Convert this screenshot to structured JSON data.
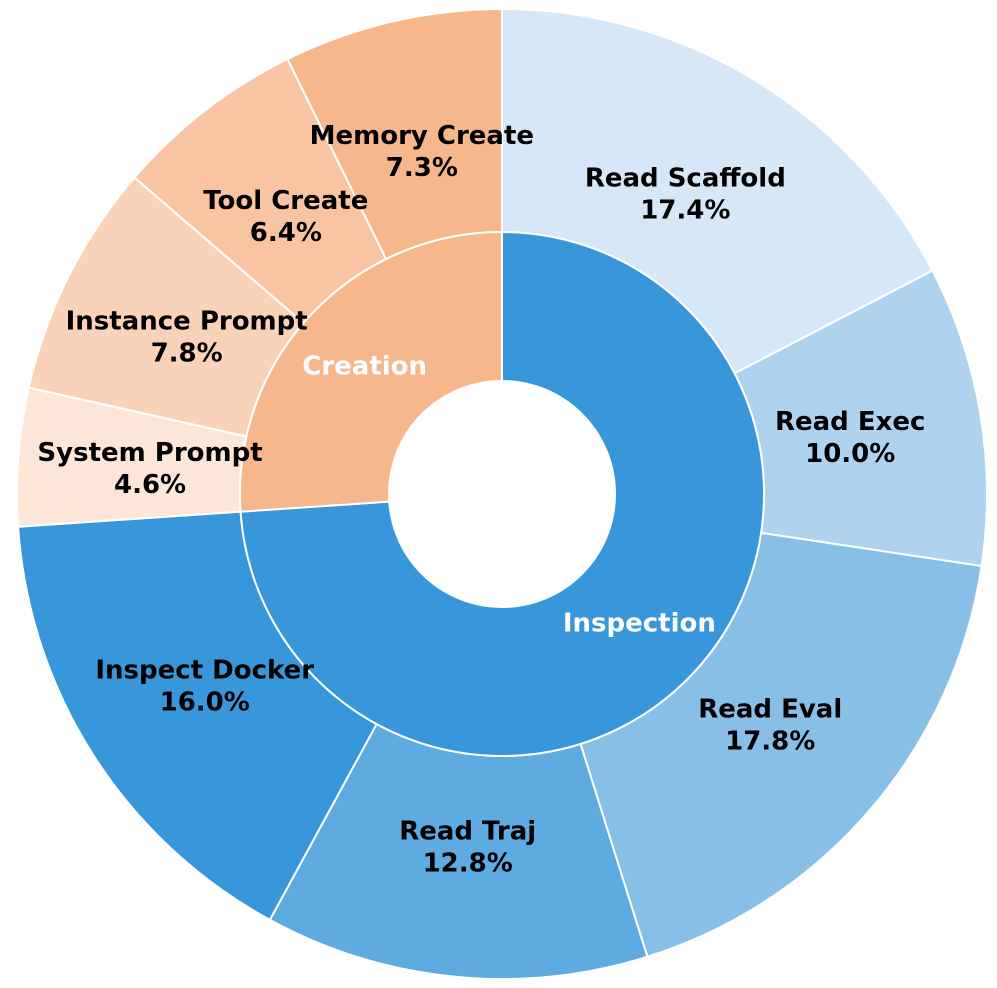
{
  "chart_data": {
    "type": "pie",
    "variant": "nested-donut",
    "legend": "none",
    "inner_ring": [
      {
        "name": "Inspection",
        "color": "#3897db"
      },
      {
        "name": "Creation",
        "color": "#f7b78c"
      }
    ],
    "outer_ring": [
      {
        "name": "Read Scaffold",
        "label": "17.4%",
        "value": 17.4,
        "group": "Inspection",
        "color": "#d6e8f7"
      },
      {
        "name": "Read Exec",
        "label": "10.0%",
        "value": 10.0,
        "group": "Inspection",
        "color": "#afd3ef"
      },
      {
        "name": "Read Eval",
        "label": "17.8%",
        "value": 17.8,
        "group": "Inspection",
        "color": "#87bfe7"
      },
      {
        "name": "Read Traj",
        "label": "12.8%",
        "value": 12.8,
        "group": "Inspection",
        "color": "#5dabe1"
      },
      {
        "name": "Inspect Docker",
        "label": "16.0%",
        "value": 16.0,
        "group": "Inspection",
        "color": "#3897db"
      },
      {
        "name": "System Prompt",
        "label": "4.6%",
        "value": 4.6,
        "group": "Creation",
        "color": "#fce6d8"
      },
      {
        "name": "Instance Prompt",
        "label": "7.8%",
        "value": 7.8,
        "group": "Creation",
        "color": "#f9d3b9"
      },
      {
        "name": "Tool Create",
        "label": "6.4%",
        "value": 6.4,
        "group": "Creation",
        "color": "#f8c4a1"
      },
      {
        "name": "Memory Create",
        "label": "7.3%",
        "value": 7.3,
        "group": "Creation",
        "color": "#f7b78c"
      }
    ]
  }
}
